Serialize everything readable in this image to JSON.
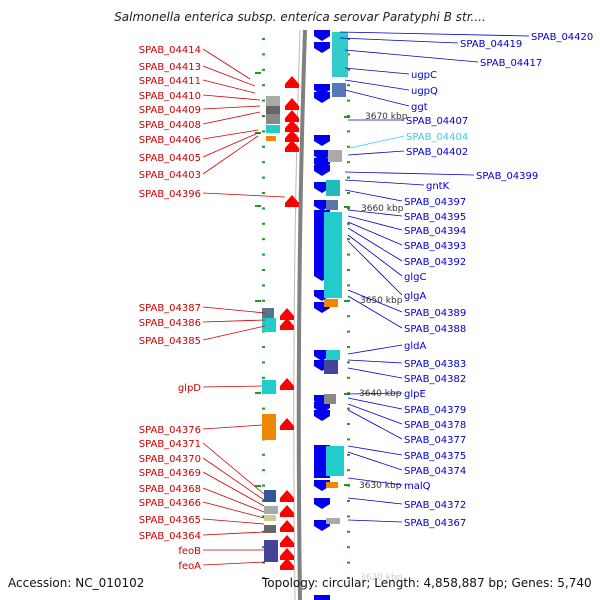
{
  "title": "Salmonella enterica subsp. enterica serovar Paratyphi B str....",
  "footer": {
    "accession": "Accession: NC_010102",
    "topology": "Topology: circular; Length: 4,858,887 bp; Genes: 5,740"
  },
  "colors": {
    "forward_gene": "#ff0000",
    "reverse_gene": "#0000ee",
    "forward_label": "#cc0000",
    "reverse_label": "#0000cc",
    "highlight_label": "#33ccee",
    "backbone": "#808080",
    "tick": "#229922"
  },
  "scale_ticks": [
    "3670 kbp",
    "3660 kbp",
    "3650 kbp",
    "3640 kbp",
    "3630 kbp",
    "3620 kbp"
  ],
  "left_labels": [
    "SPAB_04414",
    "SPAB_04413",
    "SPAB_04411",
    "SPAB_04410",
    "SPAB_04409",
    "SPAB_04408",
    "SPAB_04406",
    "SPAB_04405",
    "SPAB_04403",
    "SPAB_04396",
    "SPAB_04387",
    "SPAB_04386",
    "SPAB_04385",
    "glpD",
    "SPAB_04376",
    "SPAB_04371",
    "SPAB_04370",
    "SPAB_04369",
    "SPAB_04368",
    "SPAB_04366",
    "SPAB_04365",
    "SPAB_04364",
    "feoB",
    "feoA"
  ],
  "right_labels": [
    "SPAB_04420",
    "SPAB_04419",
    "SPAB_04417",
    "ugpC",
    "ugpQ",
    "ggt",
    "SPAB_04407",
    "SPAB_04404",
    "SPAB_04402",
    "SPAB_04399",
    "gntK",
    "SPAB_04397",
    "SPAB_04395",
    "SPAB_04394",
    "SPAB_04393",
    "SPAB_04392",
    "glgC",
    "glgA",
    "SPAB_04389",
    "SPAB_04388",
    "gldA",
    "SPAB_04383",
    "SPAB_04382",
    "glpE",
    "SPAB_04379",
    "SPAB_04378",
    "SPAB_04377",
    "SPAB_04375",
    "SPAB_04374",
    "malQ",
    "SPAB_04372",
    "SPAB_04367"
  ]
}
